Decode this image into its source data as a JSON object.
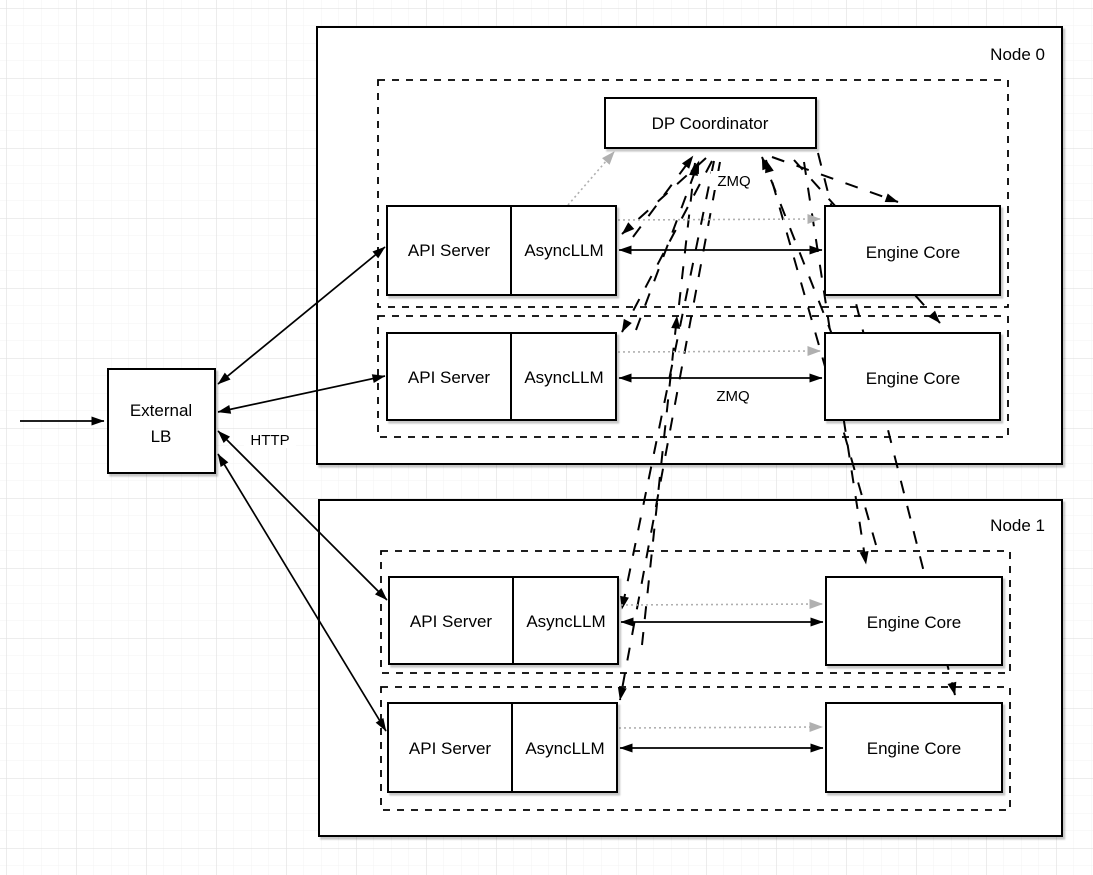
{
  "diagram_title": "",
  "colors": {
    "line": "#000000",
    "muted_link": "#b0b0b0",
    "box_fill": "#ffffff",
    "grid_minor": "#f3f3f3",
    "grid_major": "#e2e2e2"
  },
  "external_lb": {
    "line1": "External",
    "line2": "LB"
  },
  "coordinator": {
    "label": "DP Coordinator"
  },
  "nodes": [
    {
      "label": "Node 0",
      "rows": [
        {
          "api": "API Server",
          "async": "AsyncLLM",
          "engine": "Engine Core"
        },
        {
          "api": "API Server",
          "async": "AsyncLLM",
          "engine": "Engine Core"
        }
      ]
    },
    {
      "label": "Node 1",
      "rows": [
        {
          "api": "API Server",
          "async": "AsyncLLM",
          "engine": "Engine Core"
        },
        {
          "api": "API Server",
          "async": "AsyncLLM",
          "engine": "Engine Core"
        }
      ]
    }
  ],
  "edge_labels": {
    "zmq_coordinator": "ZMQ",
    "zmq_engine": "ZMQ",
    "http": "HTTP"
  }
}
